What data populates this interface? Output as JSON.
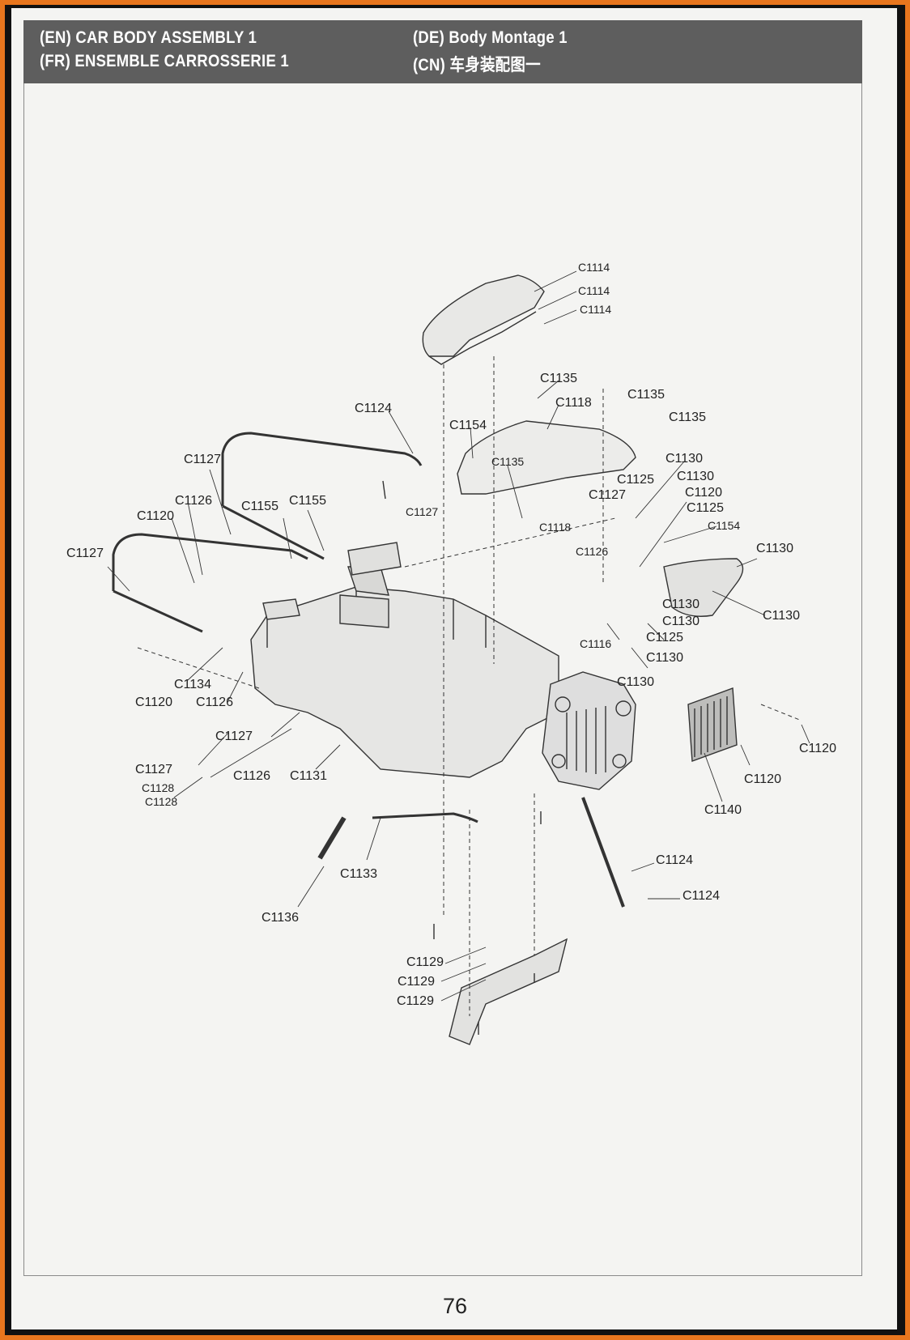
{
  "header": {
    "en": "(EN) CAR BODY ASSEMBLY 1",
    "fr": "(FR) ENSEMBLE CARROSSERIE 1",
    "de": "(DE) Body Montage 1",
    "cn": "(CN) 车身装配图一"
  },
  "labels": [
    "C1114",
    "C1114",
    "C1114",
    "C1135",
    "C1135",
    "C1118",
    "C1135",
    "C1154",
    "C1124",
    "C1135",
    "C1130",
    "C1130",
    "C1125",
    "C1127",
    "C1120",
    "C1127",
    "C1125",
    "C1126",
    "C1155",
    "C1155",
    "C1127",
    "C1154",
    "C1120",
    "C1118",
    "C1130",
    "C1126",
    "C1127",
    "C1130",
    "C1130",
    "C1130",
    "C1116",
    "C1125",
    "C1130",
    "C1130",
    "C1134",
    "C1120",
    "C1126",
    "C1127",
    "C1120",
    "C1127",
    "C1128",
    "C1128",
    "C1126",
    "C1131",
    "C1140",
    "C1120",
    "C1124",
    "C1133",
    "C1124",
    "C1136",
    "C1129",
    "C1129",
    "C1129"
  ],
  "page_number": "76"
}
